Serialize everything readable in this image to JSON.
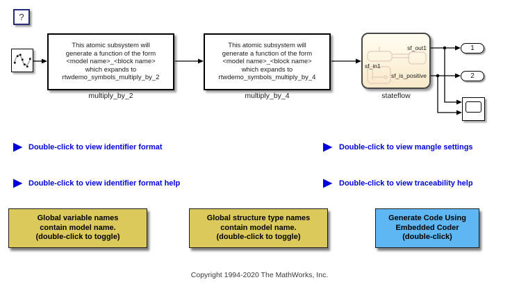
{
  "help_button": {
    "label": "?"
  },
  "diagram": {
    "blocks": {
      "multiply_by_2": {
        "body": "This atomic subsystem will\ngenerate a function of the form\n<model name>_<block name>\nwhich expands to\nrtwdemo_symbols_multiply_by_2",
        "label": "multiply_by_2"
      },
      "multiply_by_4": {
        "body": "This atomic subsystem will\ngenerate a function of the form\n<model name>_<block name>\nwhich expands to\nrtwdemo_symbols_multiply_by_4",
        "label": "multiply_by_4"
      },
      "stateflow": {
        "label": "stateflow",
        "port_in": "sf_in1",
        "port_out1": "sf_out1",
        "port_out2": "sf_is_positive"
      },
      "outport1": {
        "label": "1"
      },
      "outport2": {
        "label": "2"
      }
    }
  },
  "links": [
    {
      "label": "Double-click to view identifier format"
    },
    {
      "label": "Double-click to view mangle settings"
    },
    {
      "label": "Double-click to view identifier format help"
    },
    {
      "label": "Double-click to view traceability help"
    }
  ],
  "action_boxes": [
    {
      "text": "Global variable names\ncontain model name.\n(double-click to toggle)",
      "color": "#dcc95c"
    },
    {
      "text": "Global structure type names\ncontain model name.\n(double-click to toggle)",
      "color": "#dcc95c"
    },
    {
      "text": "Generate Code Using\nEmbedded Coder\n(double-click)",
      "color": "#5eb7f2"
    }
  ],
  "footer": {
    "copyright": "Copyright 1994-2020 The MathWorks, Inc."
  },
  "colors": {
    "link_blue": "#0000d9",
    "box_yellow": "#dcc95c",
    "box_blue": "#5eb7f2",
    "stateflow_fill_top": "#fffdf1",
    "stateflow_fill_bottom": "#f8e8ca",
    "wire_black": "#000000"
  }
}
